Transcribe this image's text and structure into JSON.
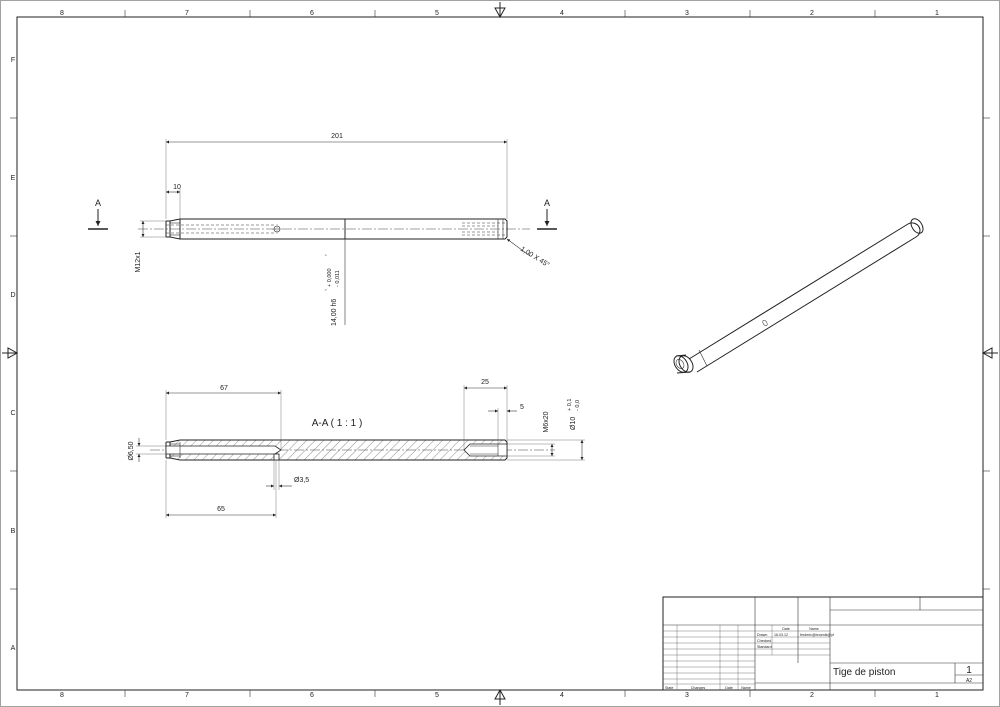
{
  "frame": {
    "columns": [
      "8",
      "7",
      "6",
      "5",
      "4",
      "3",
      "2",
      "1"
    ],
    "rows": [
      "F",
      "E",
      "D",
      "C",
      "B",
      "A"
    ]
  },
  "views": {
    "front": {
      "section_mark": "A",
      "dims": {
        "length": "201",
        "thread_length": "10",
        "thread": "M12x1",
        "diameter": "14,00 h6",
        "tol_upper": "+ 0,000",
        "tol_lower": "- 0,011",
        "chamfer": "1,00 X 45°"
      }
    },
    "section": {
      "title": "A-A ( 1 : 1 )",
      "dims": {
        "hole_depth": "67",
        "hole_pos": "65",
        "bore_dia": "Ø6,50",
        "cross_hole": "Ø3,5",
        "tap_depth": "25",
        "tap_offset": "5",
        "tap": "M6x20",
        "drill_dia": "Ø10",
        "drill_tol_upper": "+ 0,1",
        "drill_tol_lower": "- 0,0"
      }
    }
  },
  "title_block": {
    "col_date": "Date",
    "col_name": "Name",
    "row_drawn": "Drawn",
    "row_checked": "Checked",
    "row_standard": "Standard",
    "drawn_date": "16.03.12",
    "drawn_name": "frederic@bruenik@yt",
    "title": "Tige de piston",
    "sheet_number": "1",
    "sheet_format": "A2",
    "rev_state": "State",
    "rev_changes": "Changes",
    "rev_date": "Date",
    "rev_name": "Name"
  }
}
